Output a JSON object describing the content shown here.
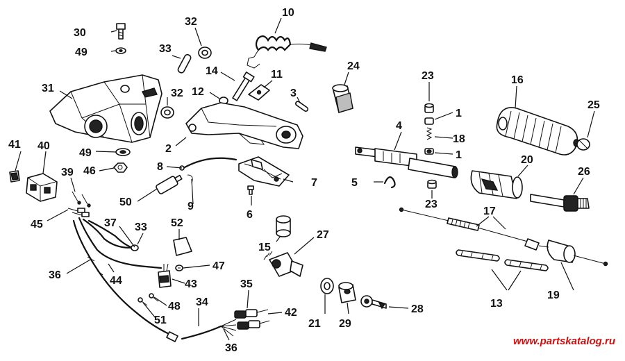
{
  "diagram": {
    "watermark": "www.partskatalog.ru",
    "watermark_color": "#d01010",
    "callouts": {
      "p1a": "1",
      "p1b": "1",
      "p2": "2",
      "p3": "3",
      "p5": "5",
      "p6": "6",
      "p7": "7",
      "p8": "8",
      "p9": "9",
      "p10": "10",
      "p11": "11",
      "p12": "12",
      "p13": "13",
      "p14": "14",
      "p15": "15",
      "p16": "16",
      "p17": "17",
      "p18": "18",
      "p19": "19",
      "p20": "20",
      "p21": "21",
      "p23a": "23",
      "p23b": "23",
      "p24": "24",
      "p25": "25",
      "p26": "26",
      "p27": "27",
      "p28": "28",
      "p29": "29",
      "p30": "30",
      "p31": "31",
      "p32a": "32",
      "p32b": "32",
      "p33a": "33",
      "p33b": "33",
      "p34": "34",
      "p35": "35",
      "p36a": "36",
      "p36b": "36",
      "p37": "37",
      "p39": "39",
      "p40": "40",
      "p41": "41",
      "p42": "42",
      "p43": "43",
      "p44": "44",
      "p45": "45",
      "p46": "46",
      "p47": "47",
      "p48": "48",
      "p49a": "49",
      "p49b": "49",
      "p50": "50",
      "p51": "51",
      "p52": "52",
      "p4": "4"
    }
  }
}
